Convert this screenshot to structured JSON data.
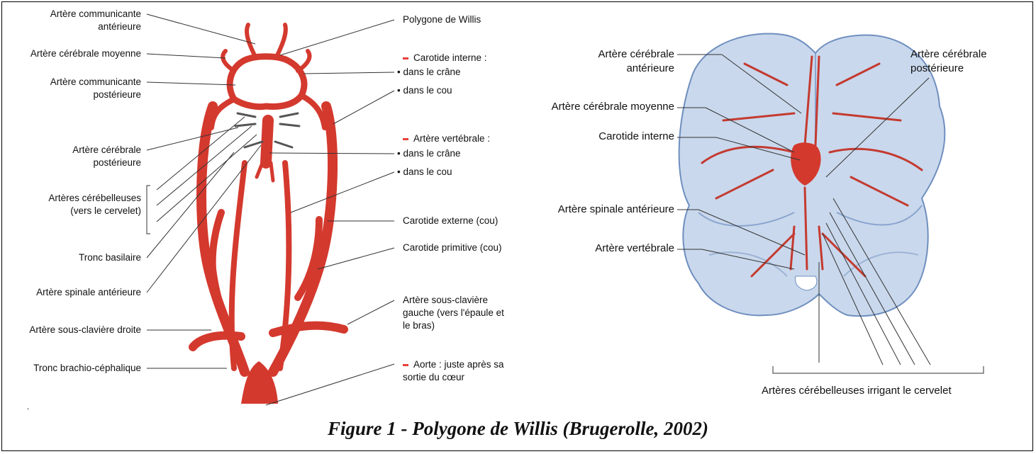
{
  "left_panel": {
    "labels_left": [
      "Artère communicante",
      "antérieure",
      "Artère cérébrale moyenne",
      "Artère communicante",
      "postérieure",
      "Artère cérébrale",
      "postérieure",
      "Artères cérébelleuses",
      "(vers le cervelet)",
      "Tronc basilaire",
      "Artère spinale antérieure",
      "Artère sous-clavière droite",
      "Tronc brachio-céphalique"
    ],
    "labels_right": [
      "Polygone de Willis",
      "Carotide interne :",
      "• dans le crâne",
      "• dans le cou",
      "Artère vertébrale :",
      "• dans le crâne",
      "• dans le cou",
      "Carotide externe (cou)",
      "Carotide primitive (cou)",
      "Artère sous-clavière",
      "gauche (vers l'épaule et",
      "le bras)",
      "Aorte :  juste après sa",
      "sortie du cœur"
    ],
    "bullet_color": "#e8403a"
  },
  "right_panel": {
    "labels_left": [
      "Artère cérébrale",
      "antérieure",
      "Artère cérébrale moyenne",
      "Carotide interne",
      "Artère spinale antérieure",
      "Artère vertébrale"
    ],
    "labels_right": [
      "Artère cérébrale",
      "postérieure"
    ],
    "bottom_label": "Artères cérébelleuses irrigant le cervelet"
  },
  "caption": "Figure 1 - Polygone de Willis (Brugerolle, 2002)",
  "colors": {
    "artery": "#d4392e",
    "brain_fill": "#c9d8ec",
    "brain_stroke": "#6f8fbf"
  }
}
